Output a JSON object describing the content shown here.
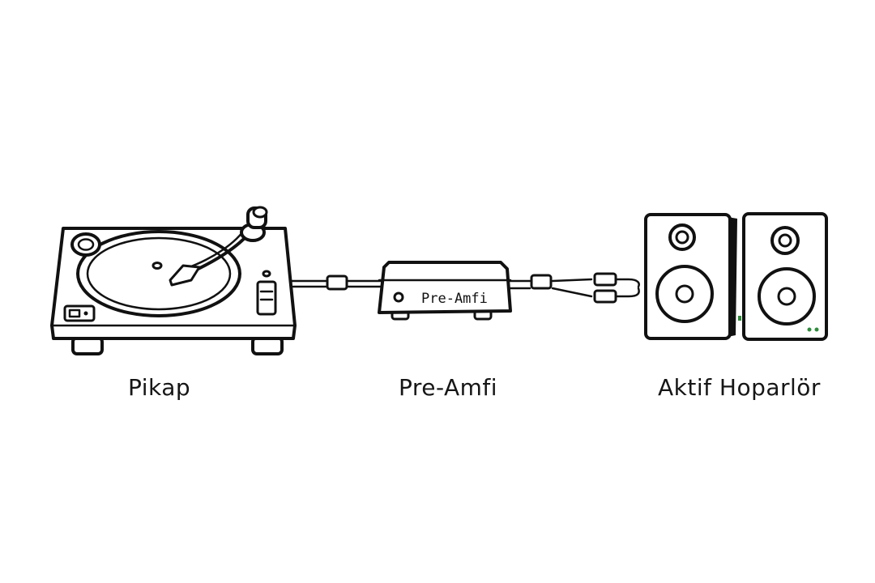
{
  "diagram": {
    "nodes": [
      {
        "id": "turntable",
        "label": "Pikap"
      },
      {
        "id": "preamp",
        "label": "Pre-Amfi",
        "face_text": "Pre-Amfi"
      },
      {
        "id": "speakers",
        "label": "Aktif Hoparlör"
      }
    ],
    "edges": [
      {
        "from": "turntable",
        "to": "preamp"
      },
      {
        "from": "preamp",
        "to": "speakers"
      }
    ],
    "colors": {
      "ink": "#111111",
      "background": "#ffffff",
      "speaker_led": "#2e8b3a"
    }
  }
}
